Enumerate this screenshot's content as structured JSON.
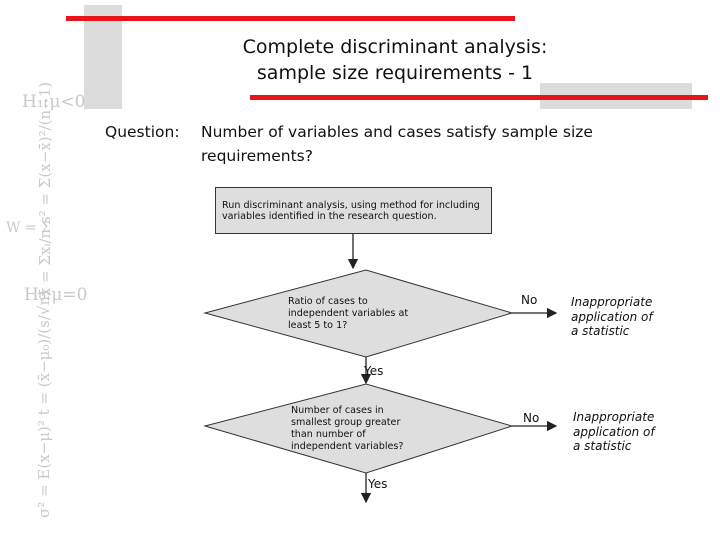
{
  "title": {
    "line1": "Complete discriminant analysis:",
    "line2": "sample size requirements - 1"
  },
  "question": {
    "label": "Question:",
    "text": "Number of variables and cases satisfy sample size requirements?"
  },
  "flow": {
    "start_box": "Run discriminant analysis, using method for including variables identified in the research question.",
    "decision1": {
      "text": "Ratio of cases to independent variables at least 5 to 1?",
      "no_label": "No",
      "yes_label": "Yes",
      "outcome": "Inappropriate application of a statistic"
    },
    "decision2": {
      "text": "Number of cases in smallest group greater than number of independent variables?",
      "no_label": "No",
      "yes_label": "Yes",
      "outcome": "Inappropriate application of a statistic"
    }
  },
  "colors": {
    "accent_red": "#e8141b",
    "box_fill": "#dedede",
    "decoration_grey": "#dcdcdc"
  }
}
